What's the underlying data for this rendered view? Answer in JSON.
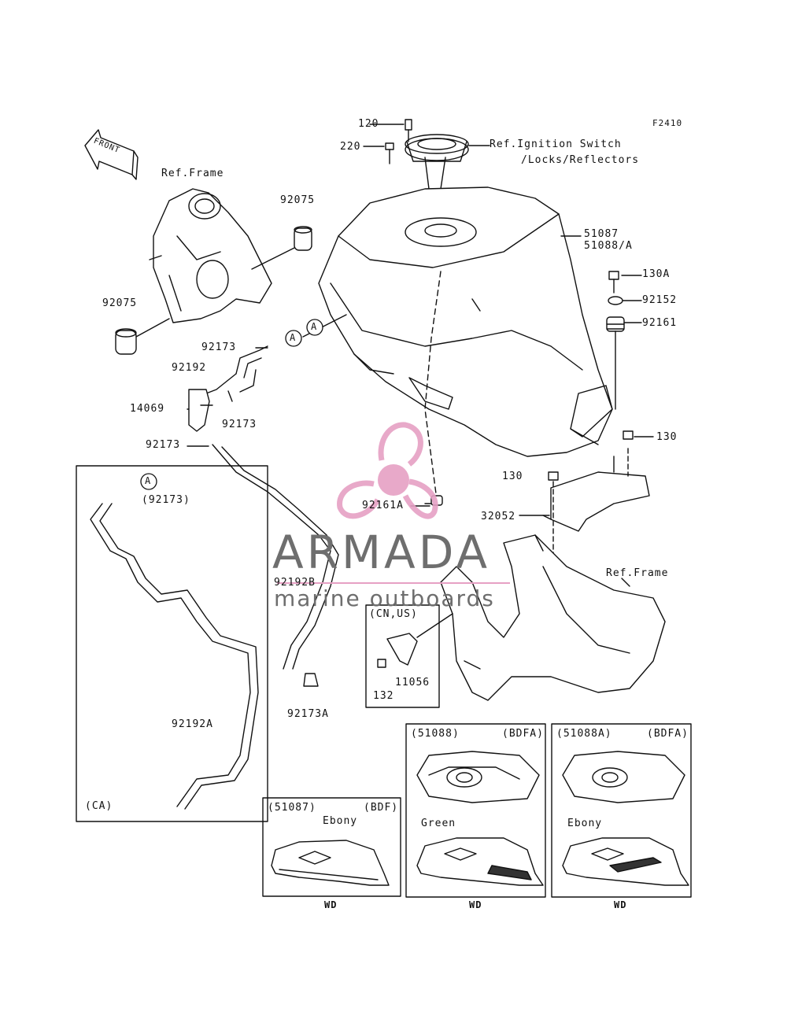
{
  "figure_code": "F2410",
  "front_label": "FRONT",
  "watermark": {
    "brand": "ARMADA",
    "tagline": "marine outboards",
    "accent": "#e6a0c4",
    "text_color": "#6e6e6e"
  },
  "callouts": {
    "p120": "120",
    "p220": "220",
    "ref_ignition_1": "Ref.Ignition Switch",
    "ref_ignition_2": "/Locks/Reflectors",
    "ref_frame_top": "Ref.Frame",
    "p92075_a": "92075",
    "p92075_b": "92075",
    "p51087": "51087",
    "p51088": "51088/A",
    "p130a": "130A",
    "p92152": "92152",
    "p92161": "92161",
    "p92173_1": "92173",
    "p92192": "92192",
    "p14069": "14069",
    "p92173_2": "92173",
    "p92173_3": "92173",
    "p130_1": "130",
    "p130_2": "130",
    "p92161a": "92161A",
    "p32052": "32052",
    "ref_frame_bottom": "Ref.Frame",
    "p92192b": "92192B",
    "p92173_ca": "(92173)",
    "p92192a": "92192A",
    "p92173a": "92173A",
    "ca": "(CA)",
    "cnus": "(CN,US)",
    "p11056": "11056",
    "p132": "132",
    "marker_a": "A"
  },
  "variants": [
    {
      "part": "(51087)",
      "code": "(BDF)",
      "color": "Ebony",
      "region": "WD"
    },
    {
      "part": "(51088)",
      "code": "(BDFA)",
      "color": "Green",
      "region": "WD"
    },
    {
      "part": "(51088A)",
      "code": "(BDFA)",
      "color": "Ebony",
      "region": "WD"
    }
  ]
}
